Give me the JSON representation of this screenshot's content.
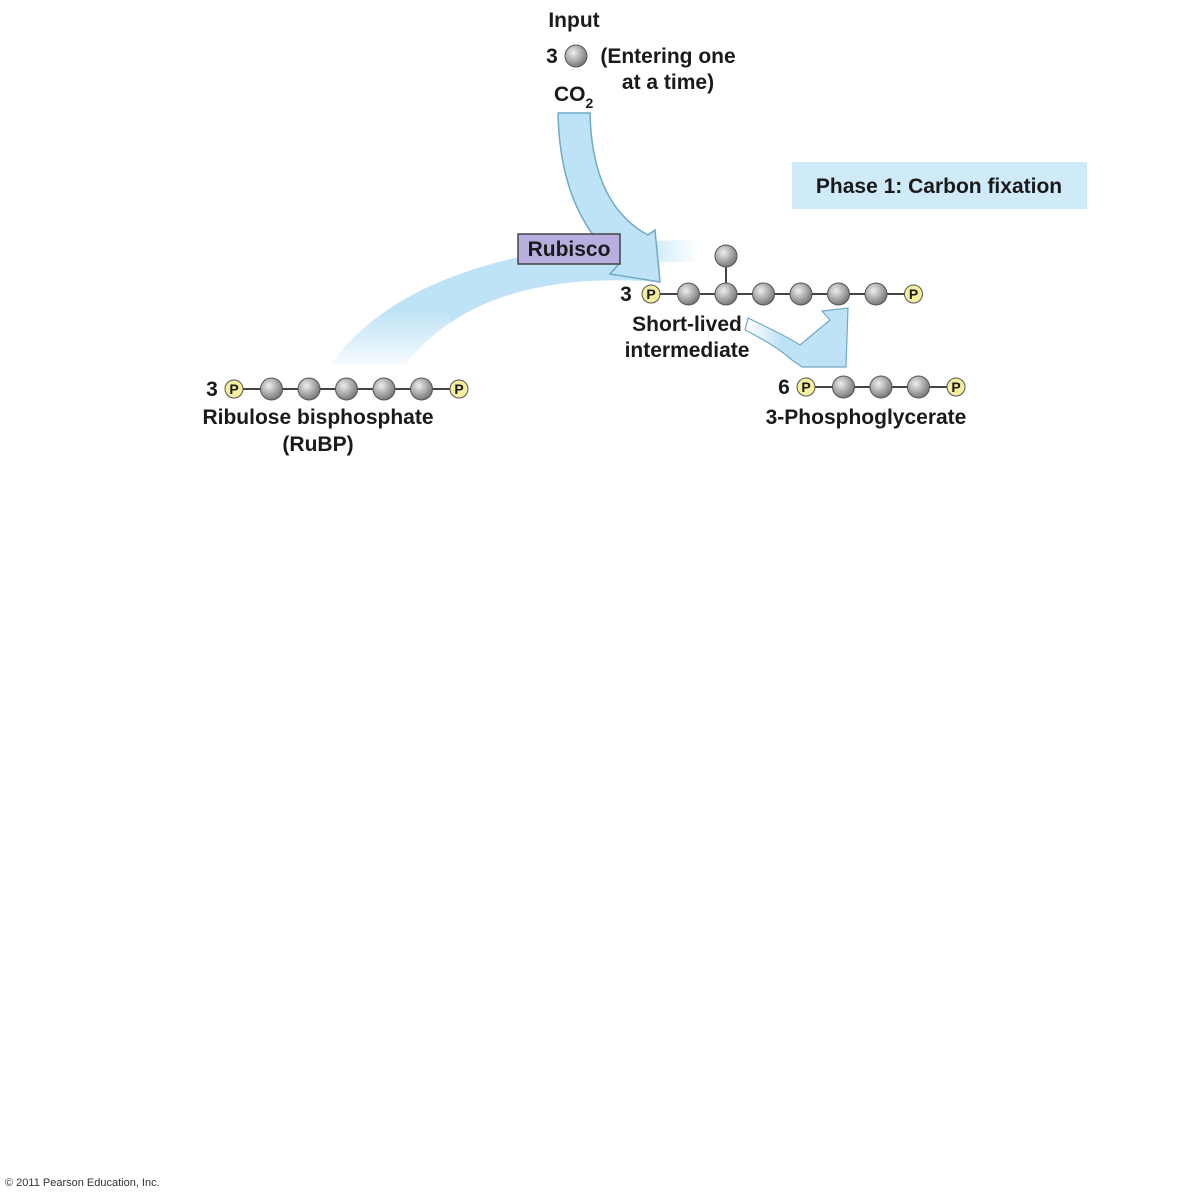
{
  "input": {
    "heading": "Input",
    "count": "3",
    "note_line1": "(Entering one",
    "note_line2": "at a time)",
    "co2_base": "CO",
    "co2_sub": "2"
  },
  "phase_box": {
    "label": "Phase 1: Carbon fixation",
    "fill": "#cfeaf8"
  },
  "enzyme": {
    "label": "Rubisco",
    "fill": "#b8aee0"
  },
  "molecules": {
    "rubp": {
      "count": "3",
      "name_line1": "Ribulose bisphosphate",
      "name_line2": "(RuBP)",
      "carbons": 5
    },
    "intermediate": {
      "count": "3",
      "name_line1": "Short-lived",
      "name_line2": "intermediate",
      "carbons": 6
    },
    "pga": {
      "count": "6",
      "name": "3-Phosphoglycerate",
      "carbons": 3
    }
  },
  "phosphate": {
    "letter": "P",
    "fill": "#f4ef9c"
  },
  "colors": {
    "arrow": "#bfe3f6",
    "carbon": "#a9a9a9"
  },
  "copyright": "© 2011 Pearson Education, Inc."
}
